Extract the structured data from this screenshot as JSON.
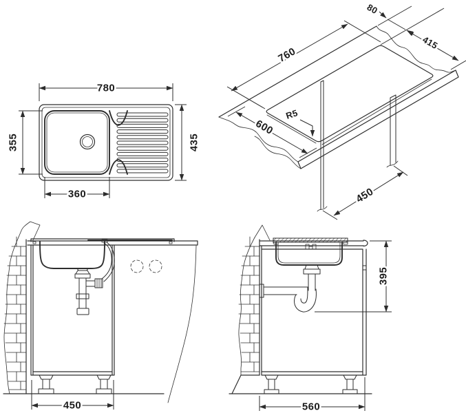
{
  "drawing": {
    "subject": "kitchen sink installation technical drawing",
    "line_color": "#2d2d2d",
    "bg_color": "#ffffff",
    "views": {
      "top": {
        "name": "top plan view of sink",
        "dims": {
          "overall_width": "780",
          "overall_depth": "435",
          "bowl_depth": "355",
          "bowl_width": "360"
        }
      },
      "iso": {
        "name": "isometric countertop cutout view",
        "dims": {
          "back_offset": "80",
          "cutout_depth": "415",
          "cutout_width": "760",
          "counter_depth": "600",
          "cabinet_width": "450",
          "corner_radius": "R5"
        }
      },
      "front": {
        "name": "front installation elevation",
        "dims": {
          "cabinet_width": "450"
        }
      },
      "side": {
        "name": "side installation elevation",
        "dims": {
          "trap_height": "395",
          "cabinet_depth": "560"
        }
      }
    }
  }
}
